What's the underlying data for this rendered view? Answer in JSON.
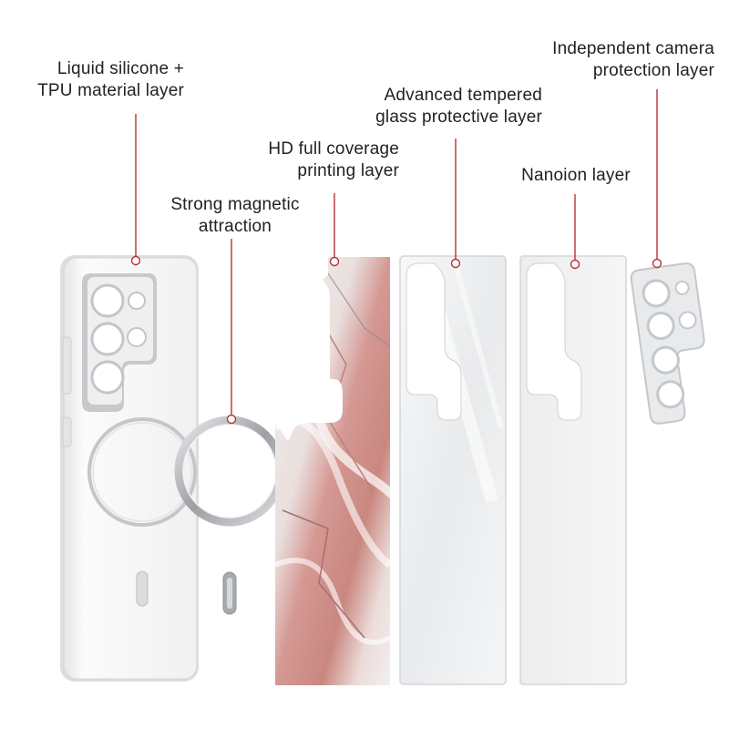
{
  "labels": {
    "silicone": {
      "line1": "Liquid silicone +",
      "line2": "TPU material layer"
    },
    "magnetic": {
      "line1": "Strong magnetic",
      "line2": "attraction"
    },
    "printing": {
      "line1": "HD full coverage",
      "line2": "printing layer"
    },
    "tempered": {
      "line1": "Advanced tempered",
      "line2": "glass protective layer"
    },
    "nanoion": {
      "line1": "Nanoion layer"
    },
    "camera": {
      "line1": "Independent camera",
      "line2": "protection layer"
    }
  },
  "colors": {
    "leader_line": "#b8303a",
    "case_body": "#f4f4f4",
    "metal": "#b9bcc0",
    "marble_pink": "#d79a96",
    "marble_white": "#f1f0ef",
    "glass": "#f2f3f4"
  }
}
